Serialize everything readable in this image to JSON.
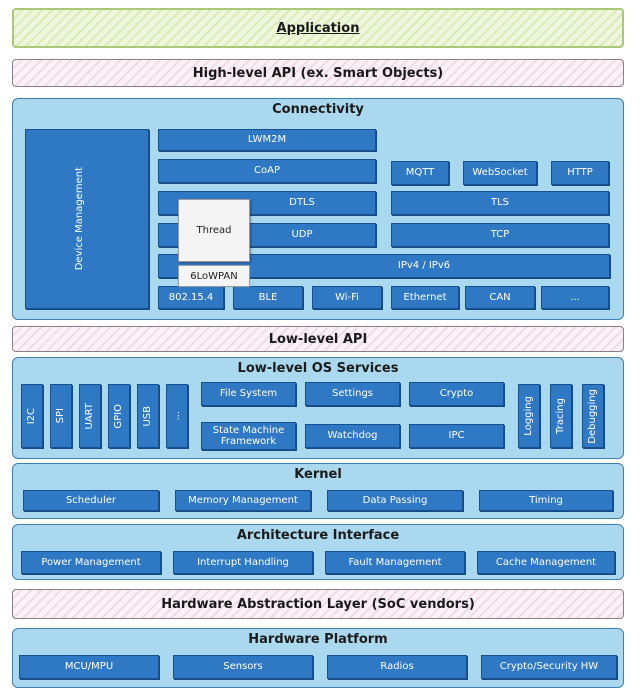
{
  "application": {
    "label": "Application"
  },
  "high_level_api": {
    "label": "High-level API (ex. Smart Objects)"
  },
  "connectivity": {
    "title": "Connectivity",
    "device_management": "Device Management",
    "lwm2m": "LWM2M",
    "coap": "CoAP",
    "dtls": "DTLS",
    "udp": "UDP",
    "thread": "Thread",
    "sixlowpan": "6LoWPAN",
    "mqtt": "MQTT",
    "websocket": "WebSocket",
    "http": "HTTP",
    "tls": "TLS",
    "tcp": "TCP",
    "ipv4_ipv6": "IPv4 / IPv6",
    "links": [
      "802.15.4",
      "BLE",
      "Wi-Fi",
      "Ethernet",
      "CAN",
      "..."
    ]
  },
  "low_level_api": {
    "label": "Low-level API"
  },
  "low_level_os": {
    "title": "Low-level OS Services",
    "peripherals": [
      "I2C",
      "SPI",
      "UART",
      "GPIO",
      "USB",
      "..."
    ],
    "file_system": "File System",
    "settings": "Settings",
    "crypto": "Crypto",
    "state_machine": "State Machine Framework",
    "watchdog": "Watchdog",
    "ipc": "IPC",
    "logging": "Logging",
    "tracing": "Tracing",
    "debugging": "Debugging"
  },
  "kernel": {
    "title": "Kernel",
    "items": [
      "Scheduler",
      "Memory Management",
      "Data Passing",
      "Timing"
    ]
  },
  "architecture": {
    "title": "Architecture Interface",
    "items": [
      "Power Management",
      "Interrupt Handling",
      "Fault Management",
      "Cache Management"
    ]
  },
  "hal": {
    "label": "Hardware Abstraction Layer (SoC vendors)"
  },
  "hardware": {
    "title": "Hardware Platform",
    "items": [
      "MCU/MPU",
      "Sensors",
      "Radios",
      "Crypto/Security HW"
    ]
  }
}
